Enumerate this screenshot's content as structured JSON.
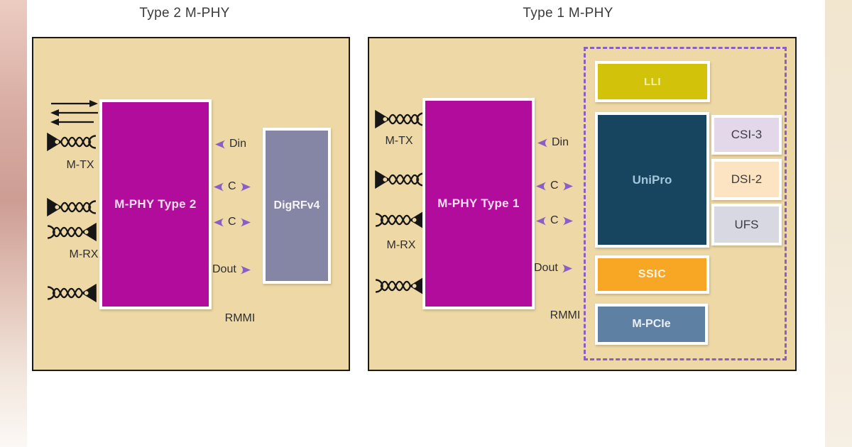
{
  "type2": {
    "title": "Type 2 M-PHY",
    "phy_block": "M-PHY Type 2",
    "mtx_label": "M-TX",
    "mrx_label": "M-RX",
    "din": "Din",
    "c_upper": "C",
    "c_lower": "C",
    "dout": "Dout",
    "rmmi": "RMMI",
    "digrf": "DigRFv4"
  },
  "type1": {
    "title": "Type 1 M-PHY",
    "phy_block": "M-PHY Type 1",
    "mtx_label": "M-TX",
    "mrx_label": "M-RX",
    "din": "Din",
    "c_upper": "C",
    "c_lower": "C",
    "dout": "Dout",
    "rmmi": "RMMI",
    "protocols": {
      "lli": "LLI",
      "unipro": "UniPro",
      "csi3": "CSI-3",
      "dsi2": "DSI-2",
      "ufs": "UFS",
      "ssic": "SSIC",
      "mpcie": "M-PCIe"
    }
  },
  "colors": {
    "panel_bg": "#eed9a6",
    "phy_magenta": "#b10c9b",
    "arrow_purple": "#8a5ec7",
    "digrf_gray": "#8585a5",
    "lli_yellow": "#d2c30a",
    "unipro_navy": "#17445f",
    "csi3_lavender": "#e3d8ea",
    "dsi2_peach": "#fce3c1",
    "ufs_gray": "#d7d8e2",
    "ssic_orange": "#f7a724",
    "mpcie_blue": "#5e80a3"
  }
}
